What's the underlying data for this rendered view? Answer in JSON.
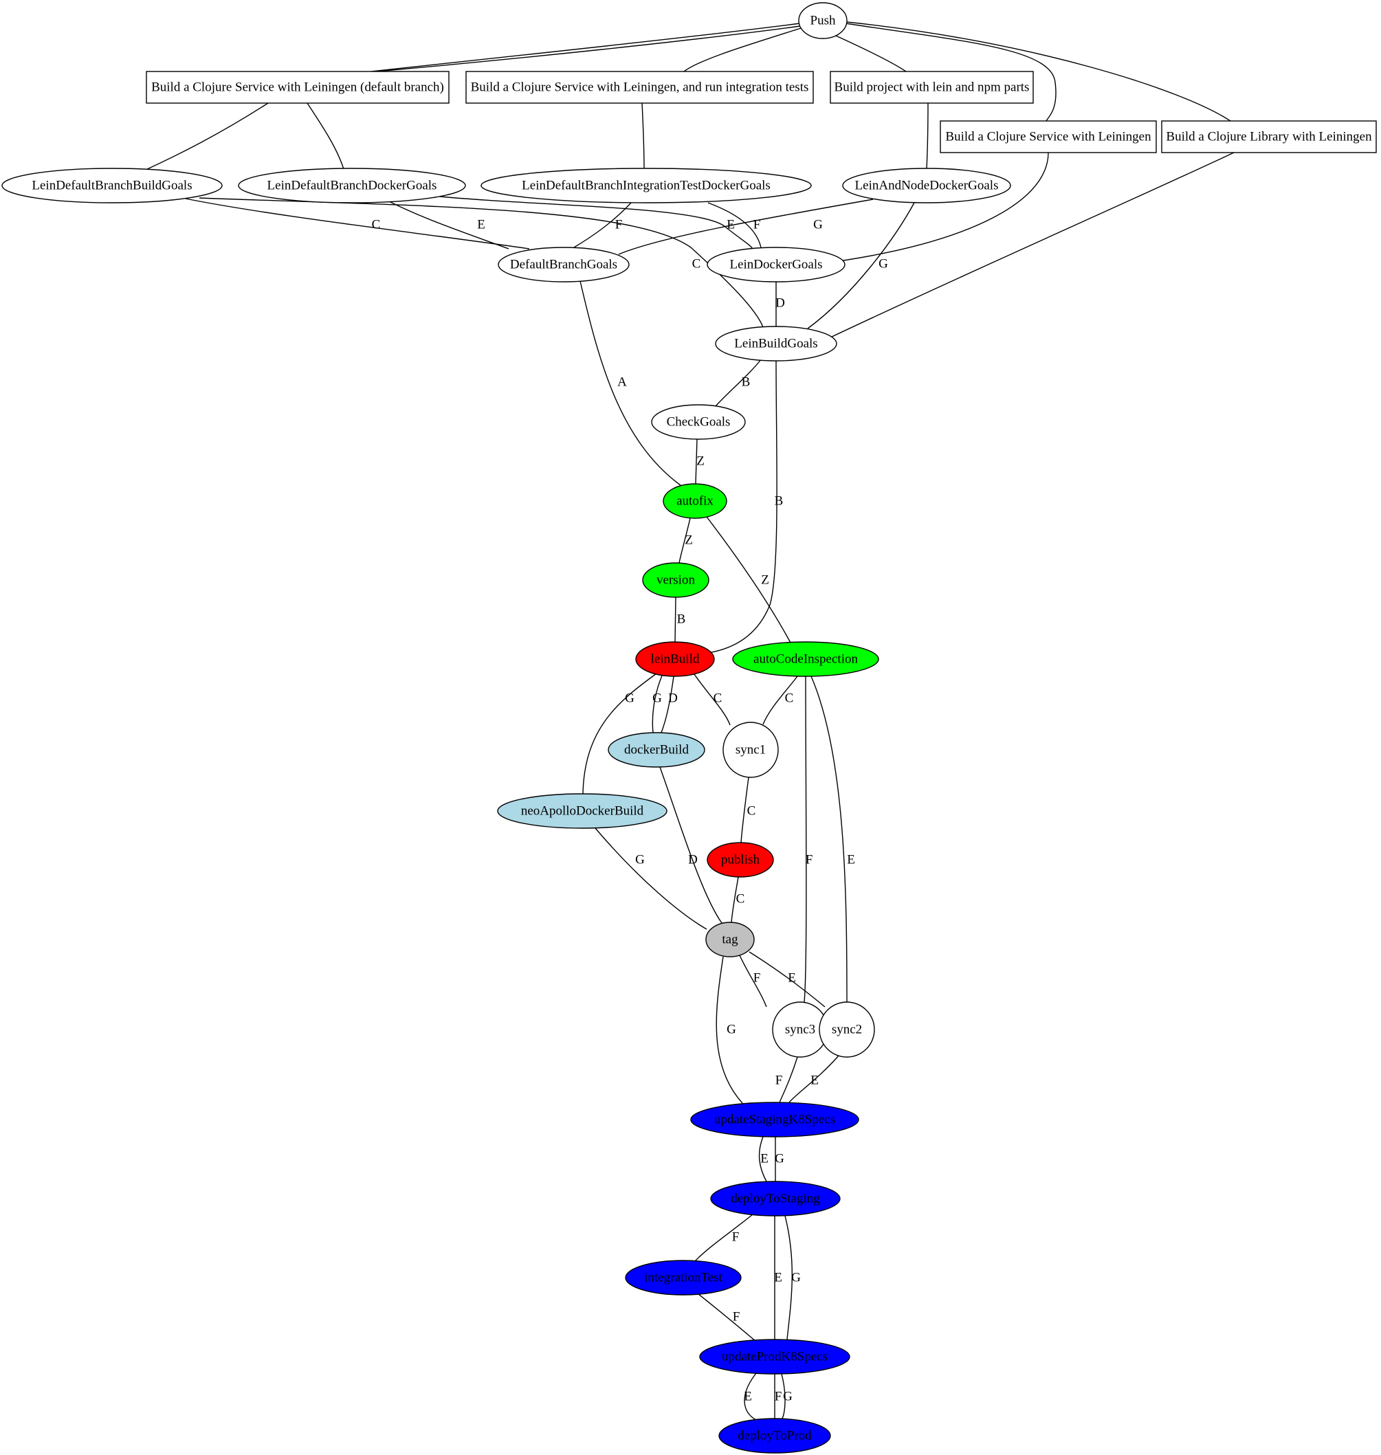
{
  "colors": {
    "white": "#ffffff",
    "green": "#00ff00",
    "red": "#ff0000",
    "lightblue": "#add8e6",
    "gray": "#c0c0c0",
    "blue": "#0000ff",
    "line": "#000000"
  },
  "nodes": [
    {
      "id": "push",
      "label": "Push",
      "shape": "ellipse",
      "fill": "white"
    },
    {
      "id": "cs_default",
      "label": "Build a Clojure Service with Leiningen (default branch)",
      "shape": "box",
      "fill": "white"
    },
    {
      "id": "cs_integration",
      "label": "Build a Clojure Service with Leiningen, and run integration tests",
      "shape": "box",
      "fill": "white"
    },
    {
      "id": "lein_npm",
      "label": "Build project with lein and npm parts",
      "shape": "box",
      "fill": "white"
    },
    {
      "id": "cs_service",
      "label": "Build a Clojure Service with Leiningen",
      "shape": "box",
      "fill": "white"
    },
    {
      "id": "cs_library",
      "label": "Build a Clojure Library with Leiningen",
      "shape": "box",
      "fill": "white"
    },
    {
      "id": "ldbbg",
      "label": "LeinDefaultBranchBuildGoals",
      "shape": "ellipse",
      "fill": "white"
    },
    {
      "id": "ldbdg",
      "label": "LeinDefaultBranchDockerGoals",
      "shape": "ellipse",
      "fill": "white"
    },
    {
      "id": "ldbitdg",
      "label": "LeinDefaultBranchIntegrationTestDockerGoals",
      "shape": "ellipse",
      "fill": "white"
    },
    {
      "id": "landg",
      "label": "LeinAndNodeDockerGoals",
      "shape": "ellipse",
      "fill": "white"
    },
    {
      "id": "dbg",
      "label": "DefaultBranchGoals",
      "shape": "ellipse",
      "fill": "white"
    },
    {
      "id": "ldg",
      "label": "LeinDockerGoals",
      "shape": "ellipse",
      "fill": "white"
    },
    {
      "id": "lbg",
      "label": "LeinBuildGoals",
      "shape": "ellipse",
      "fill": "white"
    },
    {
      "id": "checkgoals",
      "label": "CheckGoals",
      "shape": "ellipse",
      "fill": "white"
    },
    {
      "id": "autofix",
      "label": "autofix",
      "shape": "ellipse",
      "fill": "green"
    },
    {
      "id": "version",
      "label": "version",
      "shape": "ellipse",
      "fill": "green"
    },
    {
      "id": "leinbuild",
      "label": "leinBuild",
      "shape": "ellipse",
      "fill": "red"
    },
    {
      "id": "aci",
      "label": "autoCodeInspection",
      "shape": "ellipse",
      "fill": "green"
    },
    {
      "id": "dockerbuild",
      "label": "dockerBuild",
      "shape": "ellipse",
      "fill": "lightblue"
    },
    {
      "id": "sync1",
      "label": "sync1",
      "shape": "circle",
      "fill": "white"
    },
    {
      "id": "neoapollo",
      "label": "neoApolloDockerBuild",
      "shape": "ellipse",
      "fill": "lightblue"
    },
    {
      "id": "publish",
      "label": "publish",
      "shape": "ellipse",
      "fill": "red"
    },
    {
      "id": "tag",
      "label": "tag",
      "shape": "ellipse",
      "fill": "gray"
    },
    {
      "id": "sync3",
      "label": "sync3",
      "shape": "circle",
      "fill": "white"
    },
    {
      "id": "sync2",
      "label": "sync2",
      "shape": "circle",
      "fill": "white"
    },
    {
      "id": "updstaging",
      "label": "updateStagingK8Specs",
      "shape": "ellipse",
      "fill": "blue"
    },
    {
      "id": "deploystaging",
      "label": "deployToStaging",
      "shape": "ellipse",
      "fill": "blue"
    },
    {
      "id": "integrationtest",
      "label": "integrationTest",
      "shape": "ellipse",
      "fill": "blue"
    },
    {
      "id": "updprod",
      "label": "updateProdK8Specs",
      "shape": "ellipse",
      "fill": "blue"
    },
    {
      "id": "deployprod",
      "label": "deployToProd",
      "shape": "ellipse",
      "fill": "blue"
    }
  ],
  "edges": [
    {
      "from": "push",
      "to": "cs_default",
      "label": ""
    },
    {
      "from": "push",
      "to": "cs_default",
      "label": ""
    },
    {
      "from": "push",
      "to": "cs_integration",
      "label": ""
    },
    {
      "from": "push",
      "to": "lein_npm",
      "label": ""
    },
    {
      "from": "push",
      "to": "cs_service",
      "label": ""
    },
    {
      "from": "push",
      "to": "cs_library",
      "label": ""
    },
    {
      "from": "cs_default",
      "to": "ldbbg",
      "label": ""
    },
    {
      "from": "cs_default",
      "to": "ldbdg",
      "label": ""
    },
    {
      "from": "cs_integration",
      "to": "ldbitdg",
      "label": ""
    },
    {
      "from": "lein_npm",
      "to": "landg",
      "label": ""
    },
    {
      "from": "cs_service",
      "to": "ldg",
      "label": ""
    },
    {
      "from": "cs_library",
      "to": "lbg",
      "label": ""
    },
    {
      "from": "ldbbg",
      "to": "dbg",
      "label": "C"
    },
    {
      "from": "ldbbg",
      "to": "lbg",
      "label": "C"
    },
    {
      "from": "ldbdg",
      "to": "dbg",
      "label": "E"
    },
    {
      "from": "ldbdg",
      "to": "ldg",
      "label": "E"
    },
    {
      "from": "ldbitdg",
      "to": "dbg",
      "label": "F"
    },
    {
      "from": "ldbitdg",
      "to": "ldg",
      "label": "F"
    },
    {
      "from": "landg",
      "to": "dbg",
      "label": "G"
    },
    {
      "from": "landg",
      "to": "lbg",
      "label": "G"
    },
    {
      "from": "ldg",
      "to": "lbg",
      "label": "D"
    },
    {
      "from": "dbg",
      "to": "autofix",
      "label": "A"
    },
    {
      "from": "lbg",
      "to": "checkgoals",
      "label": "B"
    },
    {
      "from": "lbg",
      "to": "leinbuild",
      "label": "B"
    },
    {
      "from": "checkgoals",
      "to": "autofix",
      "label": "Z"
    },
    {
      "from": "autofix",
      "to": "version",
      "label": "Z"
    },
    {
      "from": "autofix",
      "to": "aci",
      "label": "Z"
    },
    {
      "from": "version",
      "to": "leinbuild",
      "label": "B"
    },
    {
      "from": "leinbuild",
      "to": "neoapollo",
      "label": "G"
    },
    {
      "from": "leinbuild",
      "to": "dockerbuild",
      "label": "G"
    },
    {
      "from": "leinbuild",
      "to": "dockerbuild",
      "label": "D"
    },
    {
      "from": "leinbuild",
      "to": "sync1",
      "label": "C"
    },
    {
      "from": "aci",
      "to": "sync1",
      "label": "C"
    },
    {
      "from": "aci",
      "to": "sync3",
      "label": "F"
    },
    {
      "from": "aci",
      "to": "sync2",
      "label": "E"
    },
    {
      "from": "sync1",
      "to": "publish",
      "label": "C"
    },
    {
      "from": "neoapollo",
      "to": "tag",
      "label": "G"
    },
    {
      "from": "dockerbuild",
      "to": "tag",
      "label": "D"
    },
    {
      "from": "publish",
      "to": "tag",
      "label": "C"
    },
    {
      "from": "tag",
      "to": "sync3",
      "label": "F"
    },
    {
      "from": "tag",
      "to": "sync2",
      "label": "E"
    },
    {
      "from": "tag",
      "to": "updstaging",
      "label": "G"
    },
    {
      "from": "sync3",
      "to": "updstaging",
      "label": "F"
    },
    {
      "from": "sync2",
      "to": "updstaging",
      "label": "E"
    },
    {
      "from": "updstaging",
      "to": "deploystaging",
      "label": "E"
    },
    {
      "from": "updstaging",
      "to": "deploystaging",
      "label": "G"
    },
    {
      "from": "deploystaging",
      "to": "integrationtest",
      "label": "F"
    },
    {
      "from": "deploystaging",
      "to": "updprod",
      "label": "E"
    },
    {
      "from": "deploystaging",
      "to": "updprod",
      "label": "G"
    },
    {
      "from": "integrationtest",
      "to": "updprod",
      "label": "F"
    },
    {
      "from": "updprod",
      "to": "deployprod",
      "label": "E"
    },
    {
      "from": "updprod",
      "to": "deployprod",
      "label": "F"
    },
    {
      "from": "updprod",
      "to": "deployprod",
      "label": "G"
    }
  ]
}
